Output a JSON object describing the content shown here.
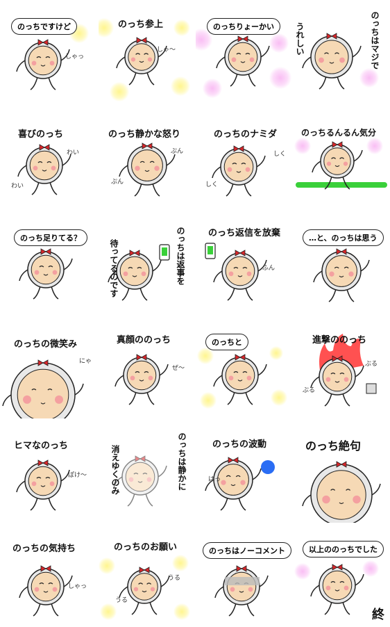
{
  "stickers": [
    {
      "id": "s1",
      "text": "のっちですけど",
      "sfx": [
        "しゃっ"
      ]
    },
    {
      "id": "s2",
      "text": "のっち参上",
      "sfx": [
        "しゃ〜"
      ]
    },
    {
      "id": "s3",
      "text": "のっちりょーかい",
      "sfx": []
    },
    {
      "id": "s4",
      "text": "のっちはマジで",
      "text2": "うれしい",
      "sfx": []
    },
    {
      "id": "s5",
      "text": "喜びのっち",
      "sfx": [
        "わい",
        "わい"
      ]
    },
    {
      "id": "s6",
      "text": "のっち静かな怒り",
      "sfx": [
        "ぷん",
        "ぷん"
      ]
    },
    {
      "id": "s7",
      "text": "のっちのナミダ",
      "sfx": [
        "しく",
        "しく"
      ]
    },
    {
      "id": "s8",
      "text": "のっちるんるん気分",
      "sfx": []
    },
    {
      "id": "s9",
      "text": "のっち足りてる？",
      "sfx": []
    },
    {
      "id": "s10",
      "text": "のっちは返事を",
      "text2": "待ってるのです",
      "sfx": []
    },
    {
      "id": "s11",
      "text": "のっち返信を放棄",
      "sfx": [
        "ふん"
      ]
    },
    {
      "id": "s12",
      "text": "…と、のっちは思う",
      "sfx": []
    },
    {
      "id": "s13",
      "text": "のっちの微笑み",
      "sfx": [
        "にゃ"
      ]
    },
    {
      "id": "s14",
      "text": "真顔ののっち",
      "sfx": [
        "ぜ〜"
      ]
    },
    {
      "id": "s15",
      "text": "のっちと",
      "sfx": []
    },
    {
      "id": "s16",
      "text": "進撃ののっち",
      "sfx": [
        "ぶる",
        "ぶる"
      ]
    },
    {
      "id": "s17",
      "text": "ヒマなのっち",
      "sfx": [
        "ぽけ〜"
      ]
    },
    {
      "id": "s18",
      "text": "のっちは静かに",
      "text2": "消えゆくのみ",
      "sfx": []
    },
    {
      "id": "s19",
      "text": "のっちの波動",
      "sfx": [
        "はっ"
      ]
    },
    {
      "id": "s20",
      "text": "のっち絶句",
      "sfx": []
    },
    {
      "id": "s21",
      "text": "のっちの気持ち",
      "sfx": [
        "しゃっ"
      ]
    },
    {
      "id": "s22",
      "text": "のっちのお願い",
      "sfx": [
        "うる",
        "うる"
      ]
    },
    {
      "id": "s23",
      "text": "のっちはノーコメント",
      "sfx": []
    },
    {
      "id": "s24",
      "text": "以上ののっちでした",
      "end": "終",
      "sfx": []
    }
  ],
  "colors": {
    "face": "#f6d9b5",
    "rim": "#e8e8e8",
    "outline": "#222",
    "bow": "#d8272b",
    "cheek": "#f4a0a0",
    "glow_yellow": "#fff26a",
    "glow_pink": "#f7a8f0",
    "green": "#3ad03a"
  }
}
